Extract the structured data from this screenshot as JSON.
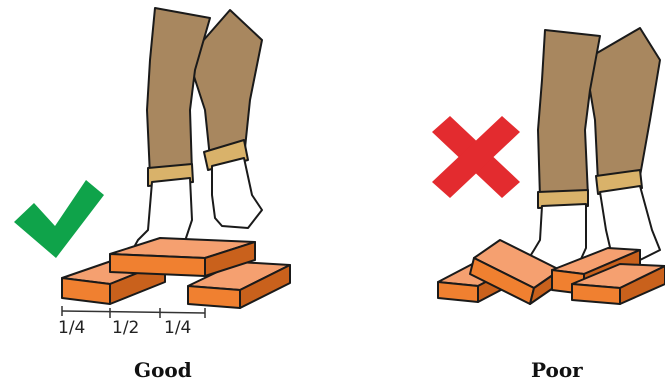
{
  "good": {
    "caption": "Good",
    "fractions": [
      "1/4",
      "1/2",
      "1/4"
    ],
    "icon": "green-checkmark-icon",
    "icon_color": "#0fa34a"
  },
  "poor": {
    "caption": "Poor",
    "icon": "red-x-icon",
    "icon_color": "#e32b2f"
  },
  "colors": {
    "pants": "#a8875f",
    "pants_shadow": "#8d6e48",
    "cuff": "#d9b26a",
    "brick": "#f08030",
    "brick_dark": "#c9611c",
    "outline": "#1a1a1a"
  }
}
